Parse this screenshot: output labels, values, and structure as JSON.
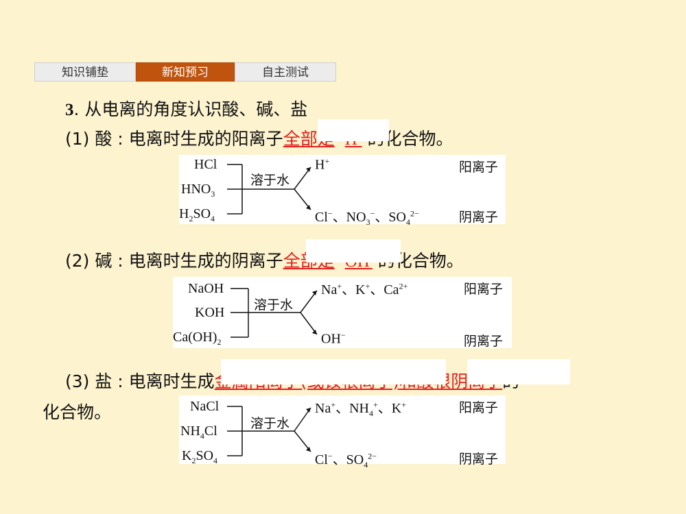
{
  "tabs": [
    {
      "label": "知识铺垫",
      "active": false
    },
    {
      "label": "新知预习",
      "active": true
    },
    {
      "label": "自主测试",
      "active": false
    }
  ],
  "heading": {
    "num": "3",
    "text": ". 从电离的角度认识酸、碱、盐"
  },
  "acid": {
    "prefix": "(1) 酸 : 电离时生成的阳离子",
    "blank": "全部是",
    "answer": "H",
    "answer_sup": "+",
    "suffix": "的化合物。",
    "panel": {
      "reactants": [
        "HCl",
        "HNO",
        "H",
        "SO"
      ],
      "process": "溶于水",
      "cation": "H",
      "anions_text": [
        "Cl",
        "、NO",
        "、SO"
      ],
      "cation_label": "阳离子",
      "anion_label": "阴离子"
    }
  },
  "base": {
    "prefix": "(2) 碱 : 电离时生成的阴离子",
    "blank": "全部是",
    "answer": "OH",
    "answer_sup": "-",
    "suffix": "的化合物。",
    "panel": {
      "reactants": [
        "NaOH",
        "KOH",
        "Ca(OH)"
      ],
      "process": "溶于水",
      "cations": [
        "Na",
        "、K",
        "、Ca"
      ],
      "anion": "OH",
      "cation_label": "阳离子",
      "anion_label": "阴离子"
    }
  },
  "salt": {
    "prefix": "(3) 盐 : 电离时生成",
    "answer1": "金属阳离子(或铵根离子)",
    "answer2": "和酸根阴离子",
    "suffix": "的",
    "line2": "化合物。",
    "panel": {
      "reactants": [
        "NaCl",
        "NH",
        "Cl",
        "K",
        "SO"
      ],
      "process": "溶于水",
      "cations": [
        "Na",
        "、NH",
        "、K"
      ],
      "anions": [
        "Cl",
        "、SO"
      ],
      "cation_label": "阳离子",
      "anion_label": "阴离子"
    }
  }
}
